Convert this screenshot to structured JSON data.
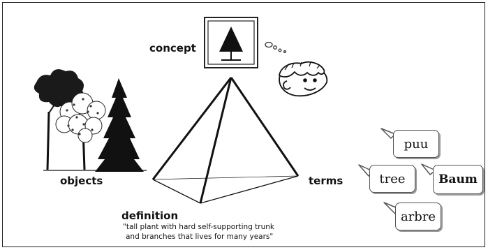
{
  "diagram": {
    "labels": {
      "concept": "concept",
      "objects": "objects",
      "terms": "terms",
      "definition": "definition"
    },
    "definition_text": [
      "\"tall plant with hard self-supporting trunk",
      "and branches that lives for many years\""
    ],
    "term_bubbles": [
      {
        "text": "puu",
        "bold": false
      },
      {
        "text": "tree",
        "bold": false
      },
      {
        "text": "Baum",
        "bold": true
      },
      {
        "text": "arbre",
        "bold": false
      }
    ],
    "icons": {
      "concept_symbol": "tree-symbol-icon",
      "thinker": "face-icon",
      "thought": "thought-bubble-icon",
      "objects": "trees-illustration"
    }
  }
}
